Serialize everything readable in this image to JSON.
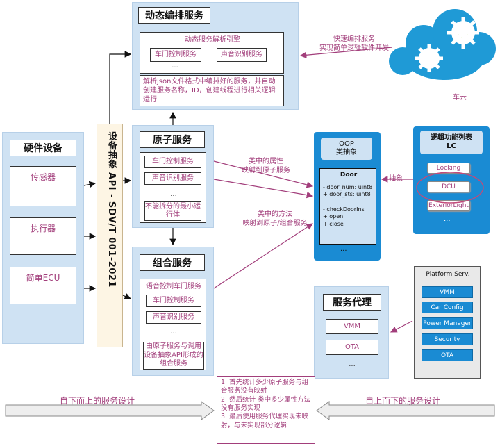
{
  "dynamic": {
    "title": "动态编排服务",
    "engine_label": "动态服务解析引擎",
    "door_service": "车门控制服务",
    "voice_service": "声音识别服务",
    "dots": "...",
    "description": "解析json文件格式中编排好的服务，并自动创建服务名称，ID，创建线程进行相关逻辑运行"
  },
  "cloud": {
    "note": "快速编排服务\n实现简单逻辑软件开发",
    "label": "车云"
  },
  "hardware": {
    "title": "硬件设备",
    "items": [
      "传感器",
      "执行器",
      "简单ECU"
    ]
  },
  "abstraction": {
    "label": "设备抽象 API - SDV/T 001-2021"
  },
  "atomic": {
    "title": "原子服务",
    "items": [
      "车门控制服务",
      "声音识别服务"
    ],
    "dots": "...",
    "note": "不能拆分的最小运行体"
  },
  "composite": {
    "title": "组合服务",
    "group_label": "语音控制车门服务",
    "items": [
      "车门控制服务",
      "声音识别服务"
    ],
    "dots": "...",
    "note": "由原子服务与调用设备抽象API形成的组合服务"
  },
  "oop": {
    "title": "OOP\n类抽象",
    "class_name": "Door",
    "attributes": [
      "- door_num: uint8",
      "+ door_sts: uint8"
    ],
    "methods": [
      "- checkDoorIns",
      "+ open",
      "+ close"
    ],
    "dots": "..."
  },
  "arrows": {
    "attr_label": "类中的属性\n映射到原子服务",
    "method_label": "类中的方法\n映射到原子/组合服务",
    "abstract_label": "抽象"
  },
  "logic": {
    "title": "逻辑功能列表\nLC",
    "items": [
      "Locking",
      "DCU",
      "ExteriorLight"
    ],
    "dots": "..."
  },
  "platform": {
    "title": "Platform Serv.",
    "items": [
      "VMM",
      "Car Config",
      "Power Manager",
      "Security",
      "OTA"
    ]
  },
  "proxy": {
    "title": "服务代理",
    "items": [
      "VMM",
      "OTA"
    ],
    "dots": "..."
  },
  "bottom": {
    "left_label": "自下而上的服务设计",
    "right_label": "自上而下的服务设计",
    "steps": "1. 首先统计多少原子服务与组合服务没有映射\n2. 然后统计 类中多少属性方法没有服务实现\n3. 最后使用服务代理实现未映射，与未实现部分逻辑"
  },
  "colors": {
    "panel": "#cfe2f3",
    "text_accent": "#a23e7b",
    "platform_button": "#1a8bd3",
    "arrow": "#111111",
    "map_arrow": "#a23e7b"
  }
}
